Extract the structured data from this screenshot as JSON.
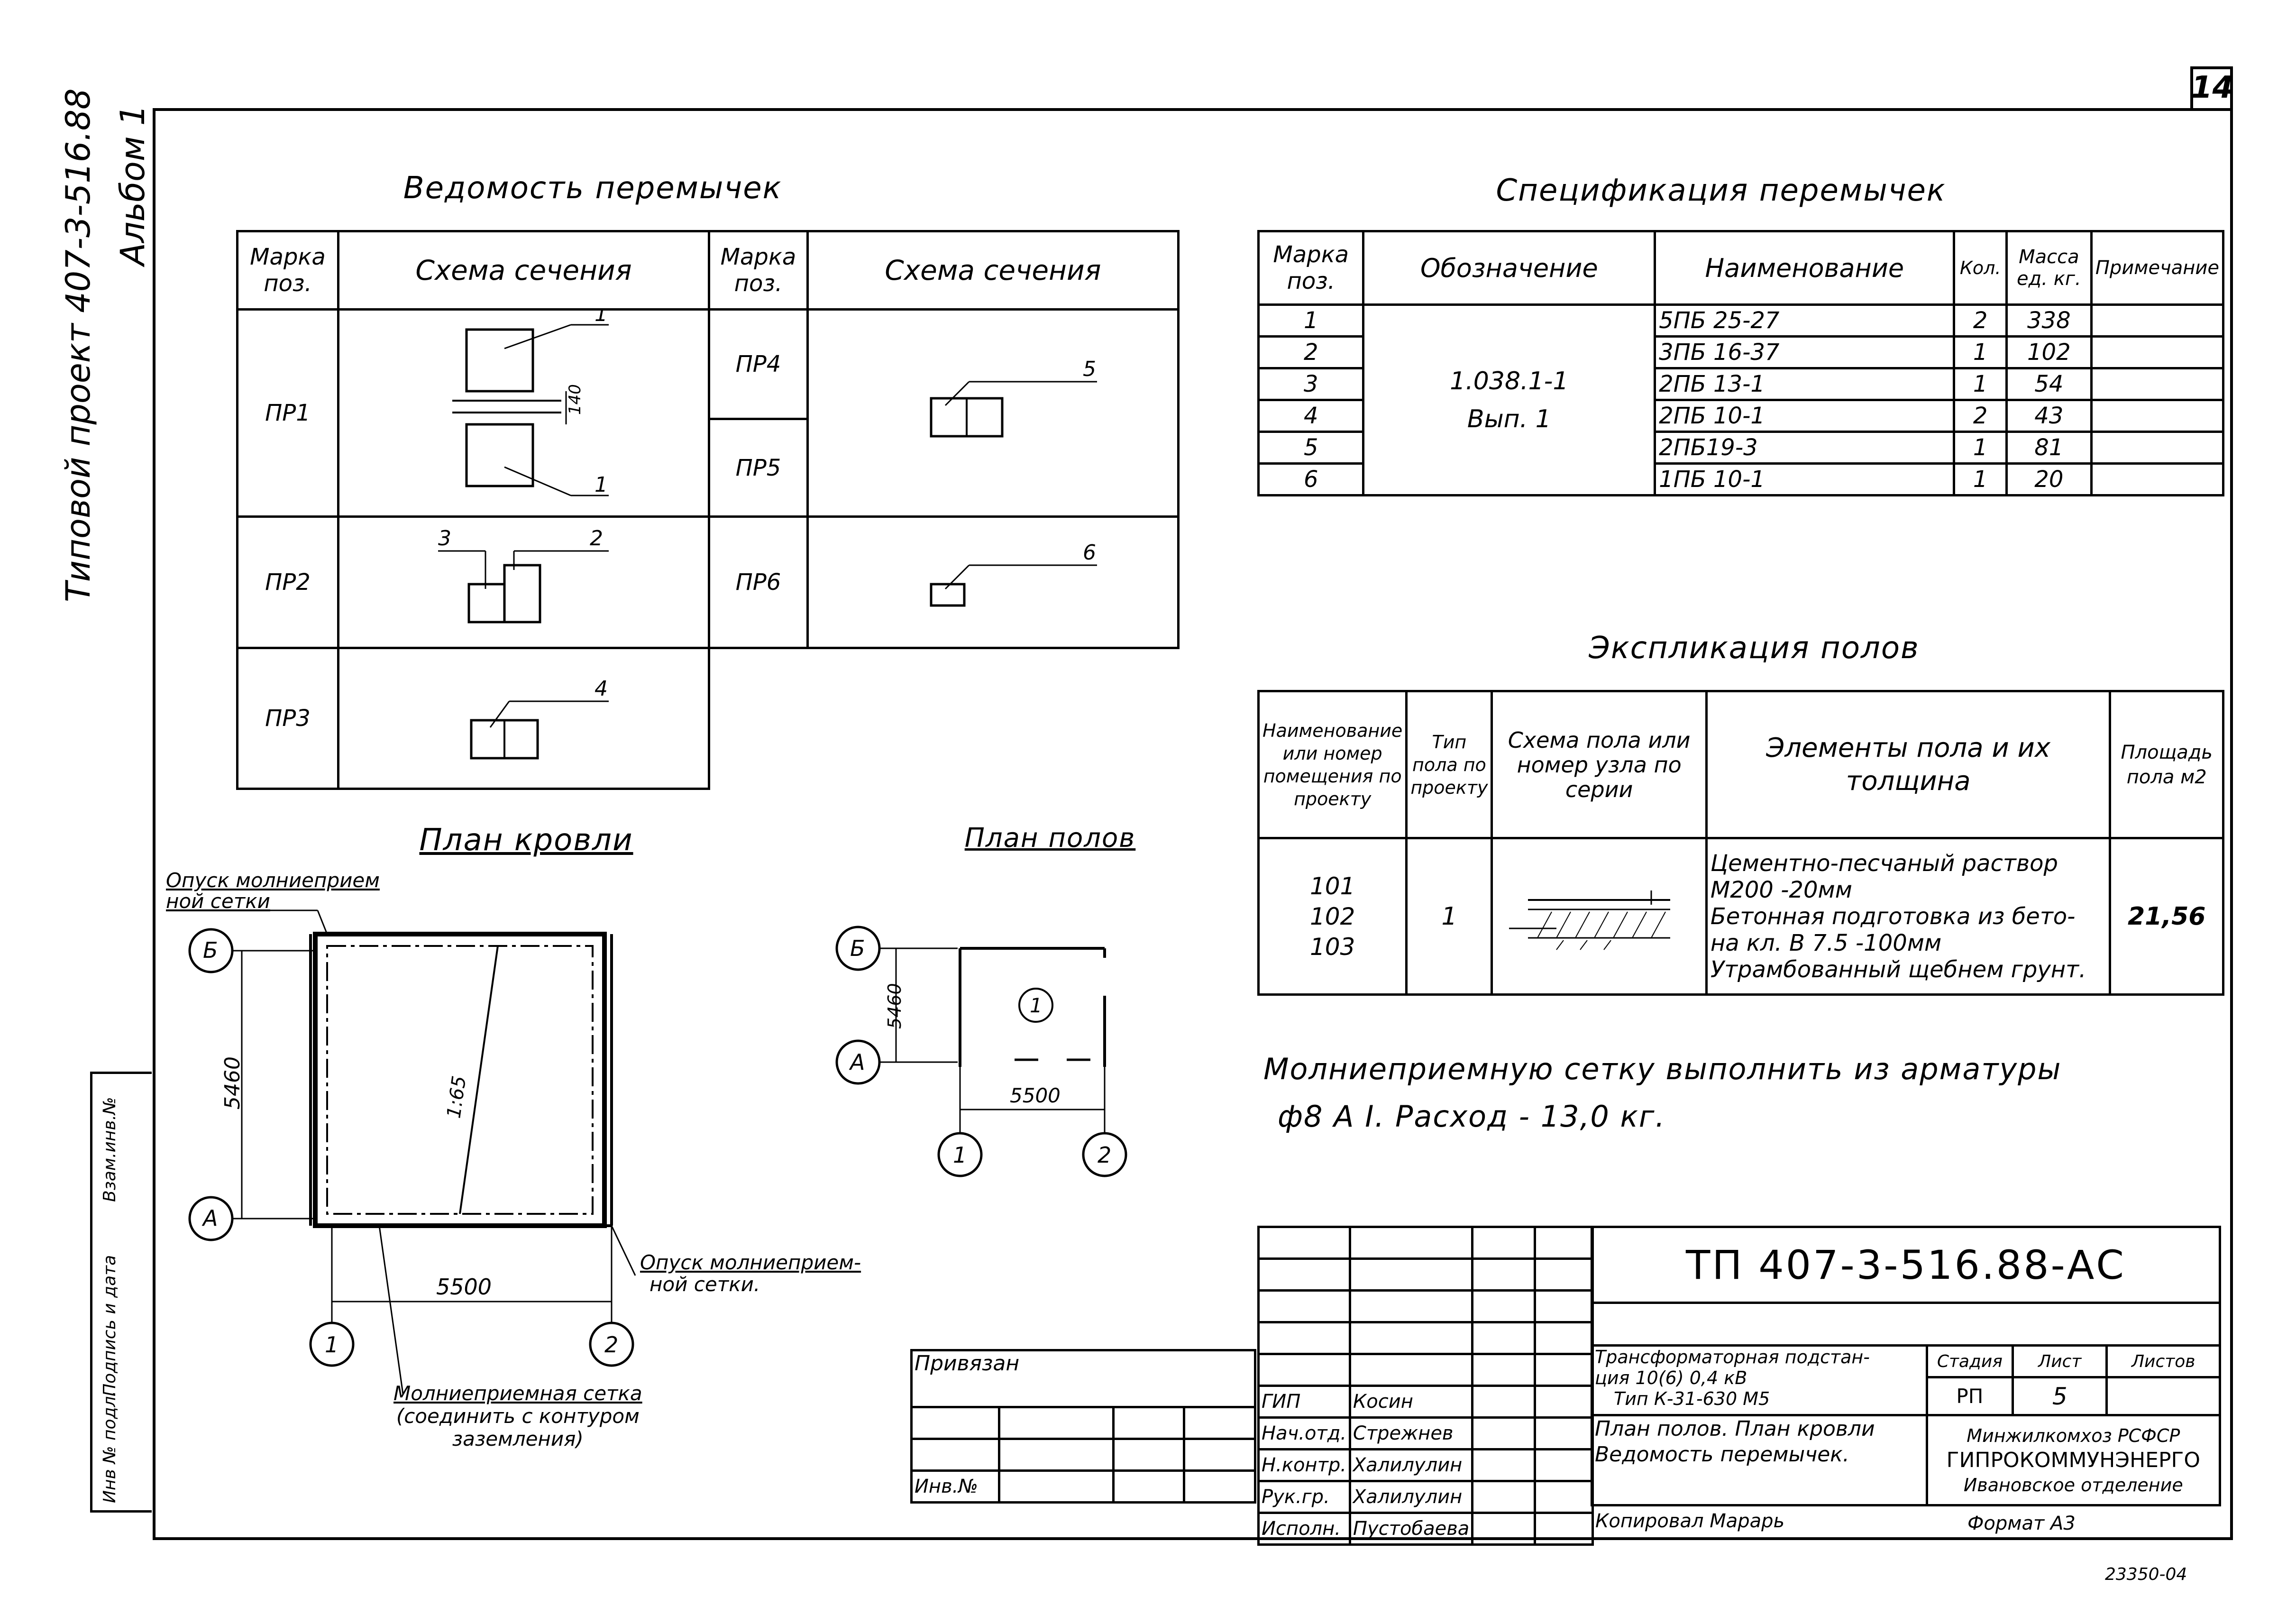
{
  "sheet_number": "14",
  "side_title": "Типовой проект 407-3-516.88",
  "side_album": "Альбом 1",
  "side_stamp": [
    "Инв № подл.",
    "Подпись и дата",
    "Взам.инв.№"
  ],
  "lintel_list": {
    "title": "Ведомость перемычек",
    "headers": [
      "Марка поз.",
      "Схема сечения",
      "Марка поз.",
      "Схема сечения"
    ],
    "marks_left": [
      "ПР1",
      "ПР2",
      "ПР3"
    ],
    "marks_right": [
      "ПР4",
      "ПР5",
      "ПР6"
    ],
    "labels": {
      "pr1": [
        "1",
        "1",
        "140"
      ],
      "pr2": [
        "3",
        "2"
      ],
      "pr3": [
        "4"
      ],
      "pr45": [
        "5"
      ],
      "pr6": [
        "6"
      ]
    }
  },
  "spec": {
    "title": "Спецификация перемычек",
    "headers": [
      "Марка поз.",
      "Обозначение",
      "Наименование",
      "Кол.",
      "Масса ед. кг.",
      "Примечание"
    ],
    "designation": [
      "1.038.1-1",
      "Вып. 1"
    ],
    "rows": [
      {
        "pos": "1",
        "name": "5ПБ 25-27",
        "qty": "2",
        "mass": "338"
      },
      {
        "pos": "2",
        "name": "3ПБ 16-37",
        "qty": "1",
        "mass": "102"
      },
      {
        "pos": "3",
        "name": "2ПБ 13-1",
        "qty": "1",
        "mass": "54"
      },
      {
        "pos": "4",
        "name": "2ПБ 10-1",
        "qty": "2",
        "mass": "43"
      },
      {
        "pos": "5",
        "name": "2ПБ19-3",
        "qty": "1",
        "mass": "81"
      },
      {
        "pos": "6",
        "name": "1ПБ 10-1",
        "qty": "1",
        "mass": "20"
      }
    ]
  },
  "floors": {
    "title": "Экспликация полов",
    "headers": [
      "Наименование или номер помещения по проекту",
      "Тип пола по проекту",
      "Схема пола или номер узла по серии",
      "Элементы пола и их толщина",
      "Площадь пола м2"
    ],
    "rooms": [
      "101",
      "102",
      "103"
    ],
    "type": "1",
    "elements": [
      "Цементно-песчаный раствор",
      "М200 -20мм",
      "Бетонная подготовка из бето-",
      "на кл. В 7.5 -100мм",
      "Утрамбованный щебнем грунт."
    ],
    "area": "21,56"
  },
  "roof_plan": {
    "title": "План кровли",
    "label_top": [
      "Опуск молниеприем",
      "ной сетки"
    ],
    "label_bottom": [
      "Опуск молниеприем-",
      "ной сетки."
    ],
    "label_mesh": [
      "Молниеприемная сетка",
      "(соединить с контуром",
      "заземления)"
    ],
    "dim_h": "5460",
    "dim_w": "5500",
    "slope": "1:65",
    "axes": [
      "Б",
      "А",
      "1",
      "2"
    ]
  },
  "floor_plan": {
    "title": "План полов",
    "dim_h": "5460",
    "dim_w": "5500",
    "room": "1",
    "axes": [
      "Б",
      "А",
      "1",
      "2"
    ]
  },
  "note": [
    "Молниеприемную сетку выполнить из арматуры",
    "ф8 А I.  Расход - 13,0 кг."
  ],
  "stamp": {
    "code": "ТП   407-3-516.88-АС",
    "project": [
      "Трансформаторная подстан-",
      "ция 10(6) 0,4 кВ",
      "Тип К-31-630  М5"
    ],
    "sheet_title": [
      "План полов. План кровли",
      "Ведомость перемычек."
    ],
    "stage_hdr": "Стадия",
    "sheet_hdr": "Лист",
    "sheets_hdr": "Листов",
    "stage": "РП",
    "sheet": "5",
    "org": [
      "Минжилкомхоз РСФСР",
      "ГИПРОКОММУНЭНЕРГО",
      "Ивановское отделение"
    ],
    "roles": [
      {
        "role": "ГИП",
        "name": "Косин"
      },
      {
        "role": "Нач.отд.",
        "name": "Стрежнев"
      },
      {
        "role": "Н.контр.",
        "name": "Халилулин"
      },
      {
        "role": "Рук.гр.",
        "name": "Халилулин"
      },
      {
        "role": "Исполн.",
        "name": "Пустобаева"
      }
    ],
    "linked": "Привязан",
    "inv": "Инв.№",
    "copied": "Копировал  Марарь",
    "format": "Формат А3",
    "archive": "23350-04"
  }
}
